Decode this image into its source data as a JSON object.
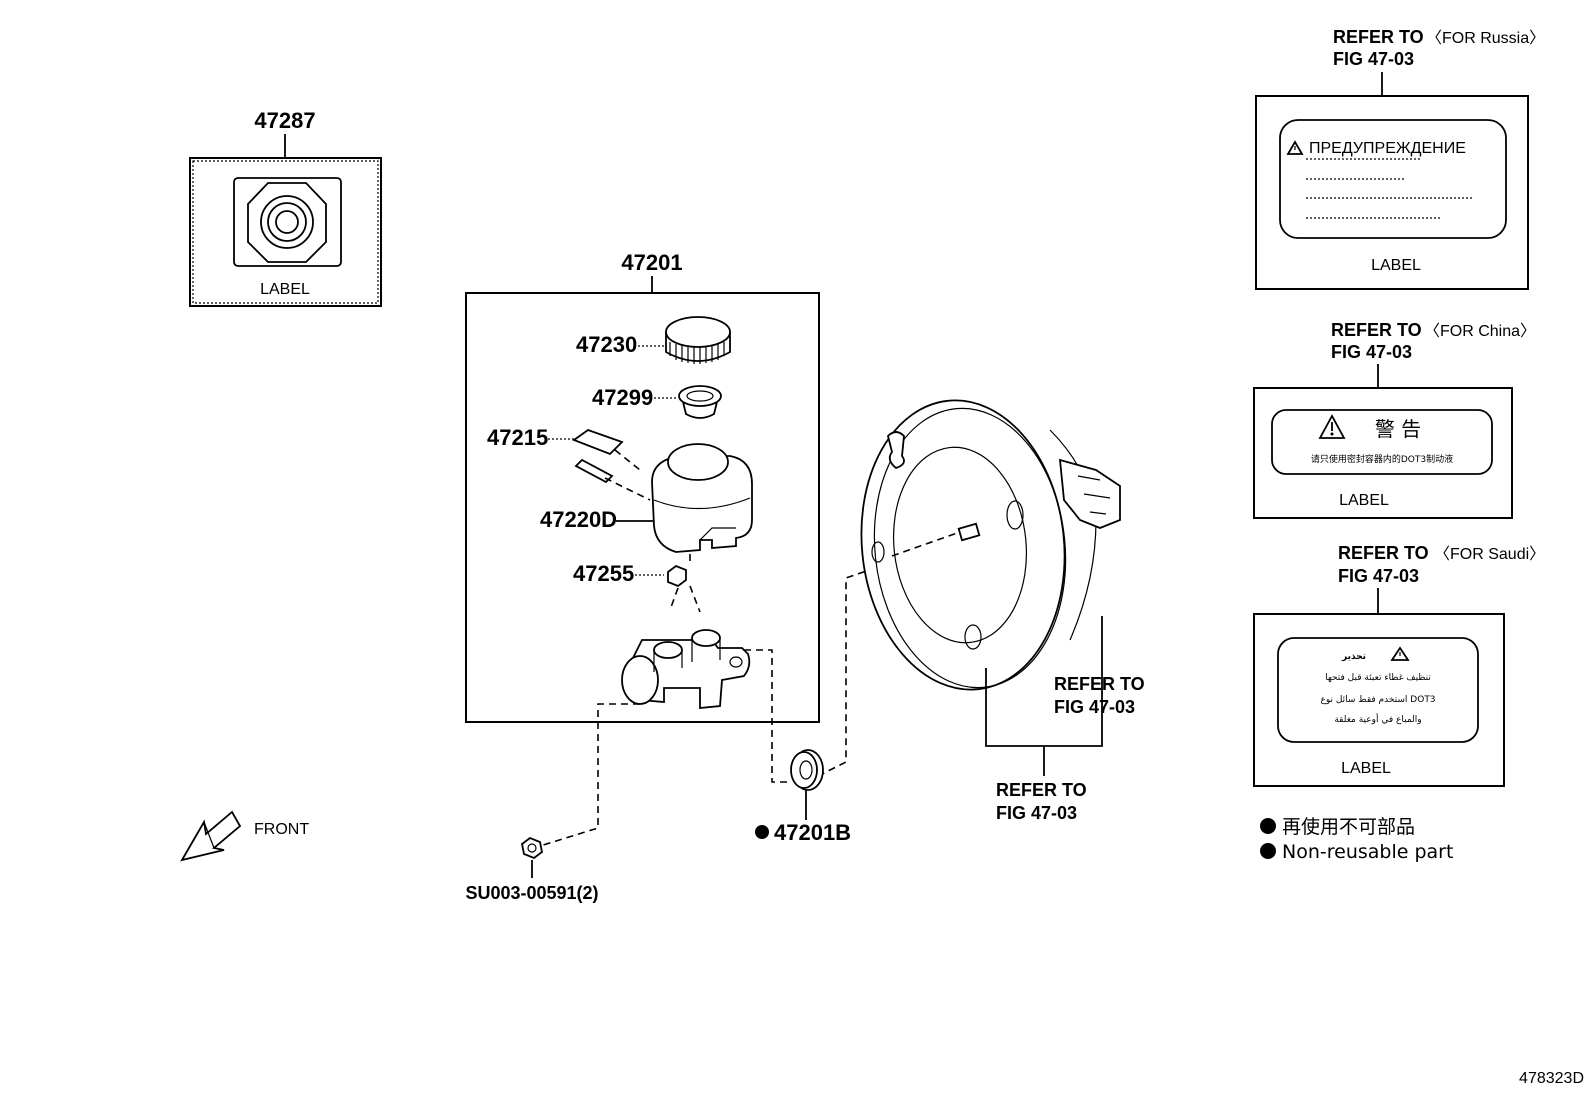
{
  "labels": {
    "p47287": "47287",
    "label_text": "LABEL",
    "p47201": "47201",
    "p47230": "47230",
    "p47299": "47299",
    "p47215": "47215",
    "p47220D": "47220D",
    "p47255": "47255",
    "p47201B": "47201B",
    "su003": "SU003-00591(2)",
    "front": "FRONT",
    "refer_to": "REFER TO",
    "fig": "FIG 47-03",
    "for_russia": "〈FOR Russia〉",
    "for_china": "〈FOR China〉",
    "for_saudi": "〈FOR Saudi〉",
    "russia_warning": "ПРЕДУПРЕЖДЕНИЕ",
    "china_warning": "警 告",
    "china_line": "请只使用密封容器内的DOT3制动液",
    "saudi_title": "تحذير",
    "saudi_line1": "تنظيف غطاء تعبئة قبل فتحها",
    "saudi_line2": "استخدم فقط سائل نوع DOT3",
    "saudi_line3": "والمباع في أوعية مغلقة",
    "legend_cn": "再使用不可部品",
    "legend_en": "Non-reusable part",
    "figure_code": "478323D"
  },
  "icons": {
    "warning": "warning-triangle-icon",
    "bullet": "filled-circle-icon",
    "front_arrow": "front-arrow-icon"
  }
}
